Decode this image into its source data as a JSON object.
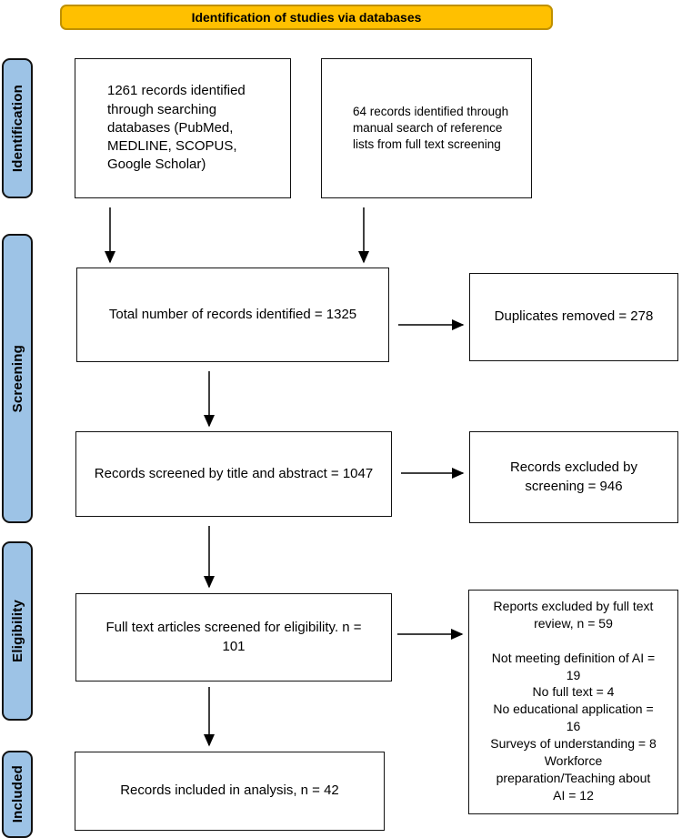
{
  "banner": {
    "label": "Identification of studies via databases"
  },
  "colors": {
    "banner_fill": "#FFC000",
    "banner_border": "#BF9000",
    "stage_fill": "#9DC3E6",
    "stage_border": "#111111",
    "box_border": "#111111"
  },
  "stages": [
    {
      "label": "Identification"
    },
    {
      "label": "Screening"
    },
    {
      "label": "Eligibility"
    },
    {
      "label": "Included"
    }
  ],
  "boxes": {
    "db_search": "1261 records identified\nthrough searching\ndatabases (PubMed,\nMEDLINE, SCOPUS,\nGoogle Scholar)",
    "manual_search": "64 records identified through\nmanual search of reference\nlists from full text screening",
    "total_identified": "Total number of records identified = 1325",
    "duplicates_removed": "Duplicates removed = 278",
    "title_abstract_screened": "Records screened by title and abstract = 1047",
    "excluded_by_screening": "Records excluded by\nscreening = 946",
    "full_text_screened": "Full text articles screened for eligibility. n =\n101",
    "full_text_excluded": "Reports excluded by full text\nreview, n = 59\n\nNot meeting definition of AI =\n19\nNo full text = 4\nNo educational application =\n16\nSurveys of understanding = 8\nWorkforce\npreparation/Teaching about\nAI = 12",
    "included_in_analysis": "Records included in analysis, n = 42"
  }
}
